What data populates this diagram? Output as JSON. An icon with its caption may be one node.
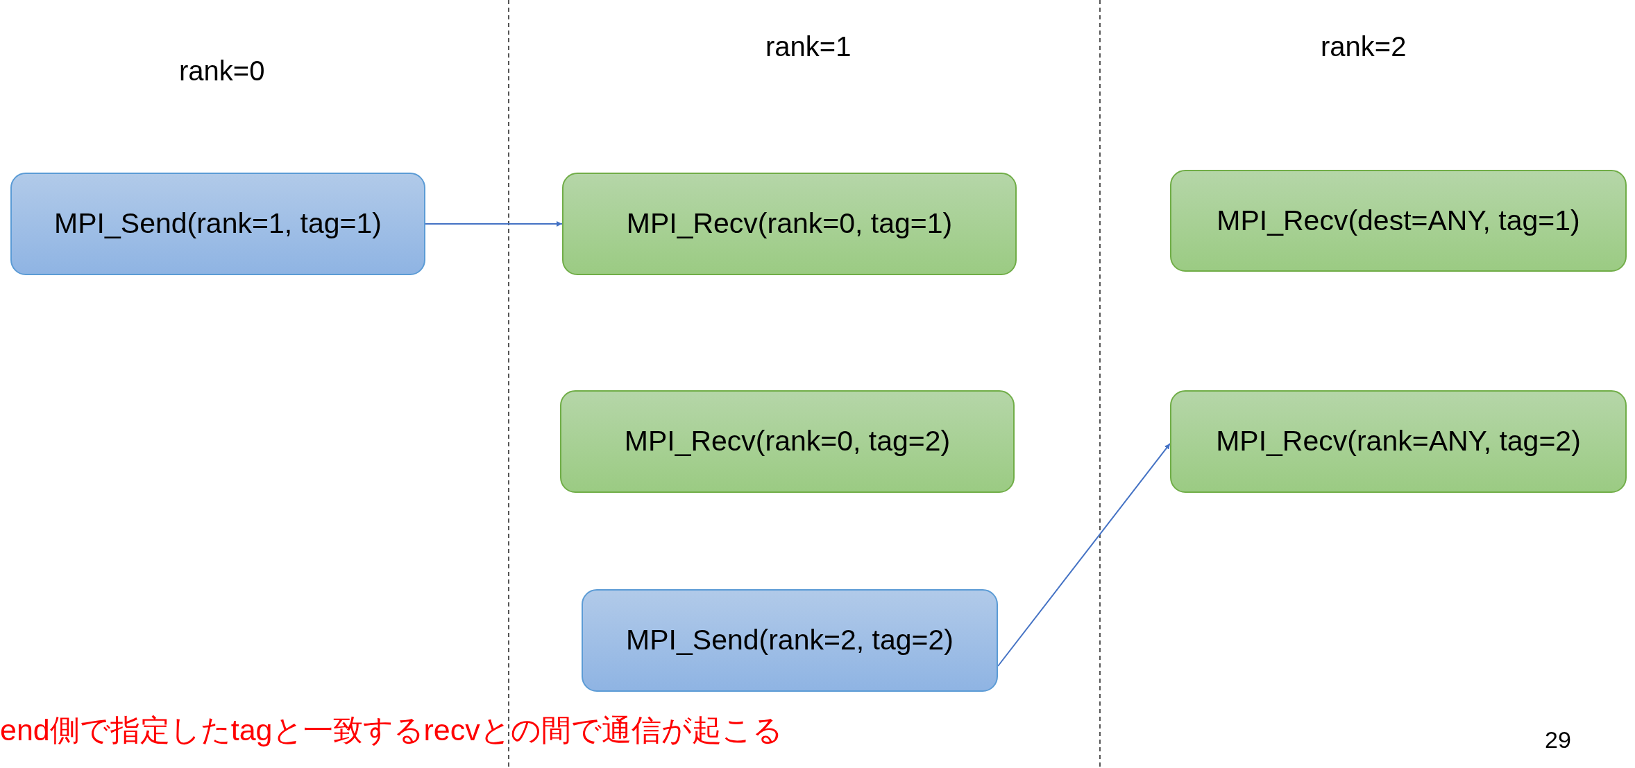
{
  "diagram": {
    "nodes": [
      {
        "text": [
          "MPI_Send(rank=1, tag=1)"
        ]
      },
      {
        "text": [
          "MPI_Recv(rank=0, tag=1)"
        ]
      },
      {
        "text": [
          "MPI_Recv(dest=ANY, tag=1)"
        ]
      },
      {
        "text": [
          "MPI_Recv(rank=0, tag=2)"
        ]
      },
      {
        "text": [
          "MPI_Recv(rank=ANY, tag=2)"
        ]
      },
      {
        "text": [
          "MPI_Send(rank=2, tag=2)"
        ]
      }
    ],
    "edges": [
      {
        "from": 0,
        "to": 1,
        "arrow": "to"
      },
      {
        "from": 5,
        "to": 4,
        "arrow": "to"
      }
    ],
    "labels": [
      "rank=0",
      "rank=1",
      "rank=2",
      "end側で指定したtagと一致するrecvとの間で通信が起こる",
      "29"
    ]
  }
}
